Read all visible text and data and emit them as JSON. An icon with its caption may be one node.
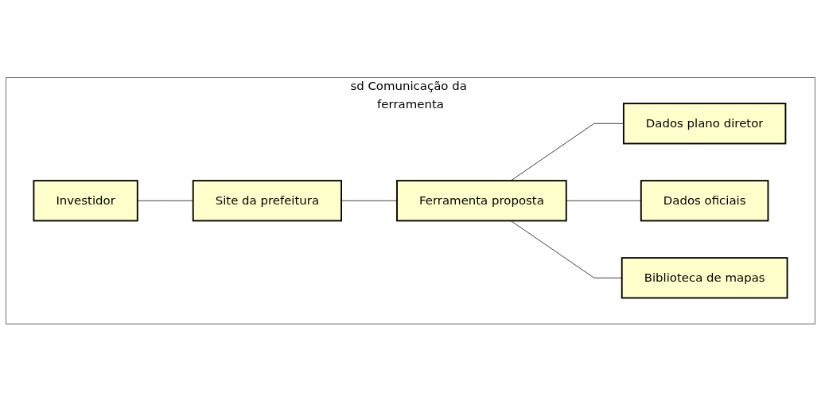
{
  "diagram": {
    "nodes": [
      {
        "text": [
          "sd Comunicação da ferramenta"
        ]
      },
      {
        "text": [
          "Investidor"
        ],
        "in": 0
      },
      {
        "text": [
          "Site da prefeitura"
        ],
        "in": 0
      },
      {
        "text": [
          "Dados plano diretor"
        ],
        "in": 0
      },
      {
        "text": [
          "Ferramenta proposta"
        ],
        "in": 0
      },
      {
        "text": [
          "Dados oficiais"
        ],
        "in": 0
      },
      {
        "text": [
          "Biblioteca de mapas"
        ],
        "in": 0
      }
    ],
    "edges": [
      {
        "from": 1,
        "to": 2,
        "arrow": "none"
      },
      {
        "from": 2,
        "to": 4,
        "arrow": "none"
      },
      {
        "from": 4,
        "to": 3,
        "arrow": "none"
      },
      {
        "from": 4,
        "to": 5,
        "arrow": "none"
      },
      {
        "from": 4,
        "to": 6,
        "arrow": "none"
      }
    ]
  }
}
